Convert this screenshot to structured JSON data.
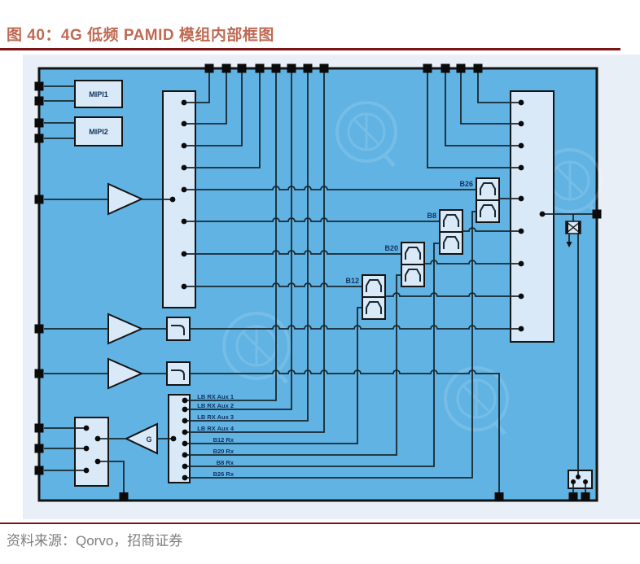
{
  "title": "图 40：4G 低频 PAMID 模组内部框图",
  "source": "资料来源：Qorvo，招商证券",
  "labels": {
    "mipi1": "MIPI1",
    "mipi2": "MIPI2",
    "b26": "B26",
    "b8": "B8",
    "b20": "B20",
    "b12": "B12",
    "lna_gain": "G",
    "rx_ports": [
      "LB RX Aux 1",
      "LB RX Aux 2",
      "LB RX Aux 3",
      "LB RX Aux 4",
      "B12 Rx",
      "B20 Rx",
      "B8 Rx",
      "B26 Rx"
    ]
  },
  "colors": {
    "title_accent": "#BF6A53",
    "rule_red": "#7D1517",
    "panel_background": "#E9EFF6",
    "diagram_background": "#61B3E3",
    "block_fill": "#D9E9F7",
    "wire": "#182830",
    "label_text": "#123463",
    "source_text": "#7E7E7E"
  }
}
